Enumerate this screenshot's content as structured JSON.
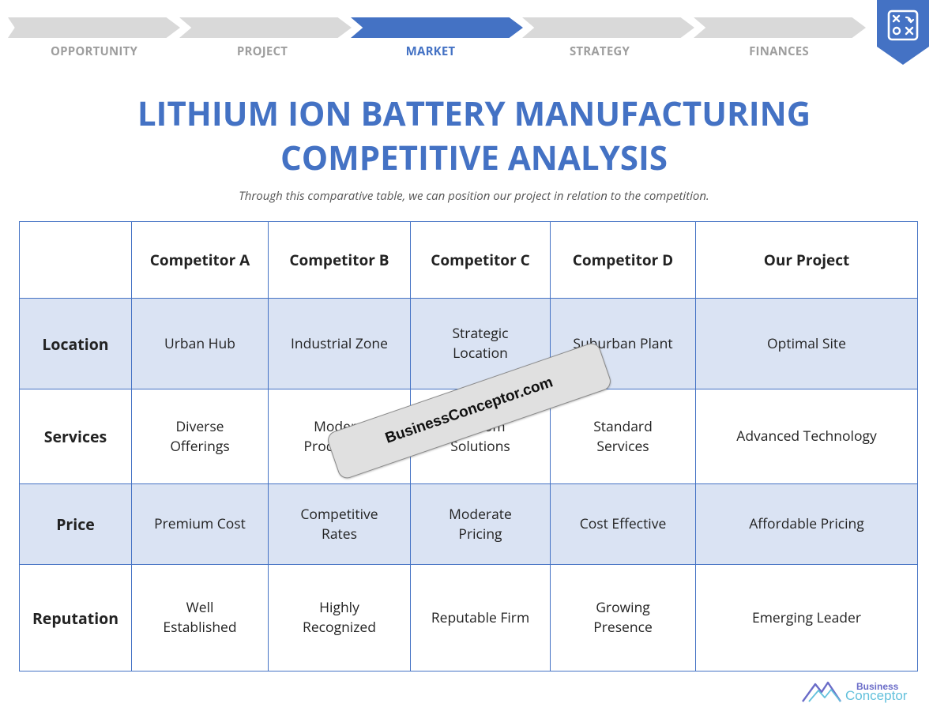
{
  "steps": [
    {
      "label": "OPPORTUNITY",
      "active": false
    },
    {
      "label": "PROJECT",
      "active": false
    },
    {
      "label": "MARKET",
      "active": true
    },
    {
      "label": "STRATEGY",
      "active": false
    },
    {
      "label": "FINANCES",
      "active": false
    }
  ],
  "badge_icon": "strategy-board-icon",
  "title_line1": "LITHIUM ION BATTERY MANUFACTURING",
  "title_line2": "COMPETITIVE ANALYSIS",
  "subtitle": "Through this comparative table, we can position our project in relation to the competition.",
  "table": {
    "headers": [
      "",
      "Competitor A",
      "Competitor B",
      "Competitor C",
      "Competitor D",
      "Our Project"
    ],
    "rows": [
      {
        "label": "Location",
        "cells": [
          "Urban Hub",
          "Industrial Zone",
          "Strategic Location",
          "Suburban Plant",
          "Optimal Site"
        ]
      },
      {
        "label": "Services",
        "cells": [
          "Diverse Offerings",
          "Modern Production",
          "Custom Solutions",
          "Standard Services",
          "Advanced Technology"
        ]
      },
      {
        "label": "Price",
        "cells": [
          "Premium Cost",
          "Competitive Rates",
          "Moderate Pricing",
          "Cost Effective",
          "Affordable Pricing"
        ]
      },
      {
        "label": "Reputation",
        "cells": [
          "Well Established",
          "Highly Recognized",
          "Reputable Firm",
          "Growing Presence",
          "Emerging Leader"
        ]
      }
    ]
  },
  "watermark": "BusinessConceptor.com",
  "logo": {
    "top": "Business",
    "bottom": "Conceptor"
  },
  "colors": {
    "accent": "#4472c4",
    "row_shade": "#dae3f3",
    "inactive_step": "#d9d9d9",
    "inactive_step_text": "#9e9e9e"
  }
}
